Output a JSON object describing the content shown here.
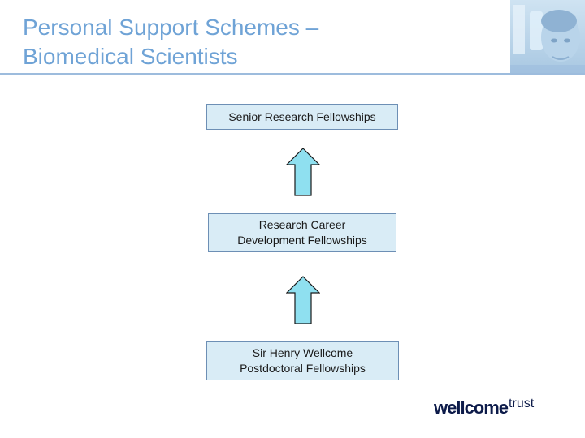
{
  "slide": {
    "title_lines": [
      "Personal Support Schemes –",
      "Biomedical Scientists"
    ]
  },
  "diagram": {
    "boxes": [
      {
        "lines": [
          "Senior Research Fellowships"
        ]
      },
      {
        "lines": [
          "Research Career",
          "Development Fellowships"
        ]
      },
      {
        "lines": [
          "Sir Henry Wellcome",
          "Postdoctoral Fellowships"
        ]
      }
    ],
    "arrow_direction": "up",
    "colors": {
      "box_fill": "#d9ecf6",
      "box_border": "#6d8fb5",
      "arrow_fill": "#8fe0f0",
      "arrow_stroke": "#1a1a1a",
      "title": "#6fa3d6"
    }
  },
  "logo": {
    "word": "wellcome",
    "superscript": "trust"
  }
}
